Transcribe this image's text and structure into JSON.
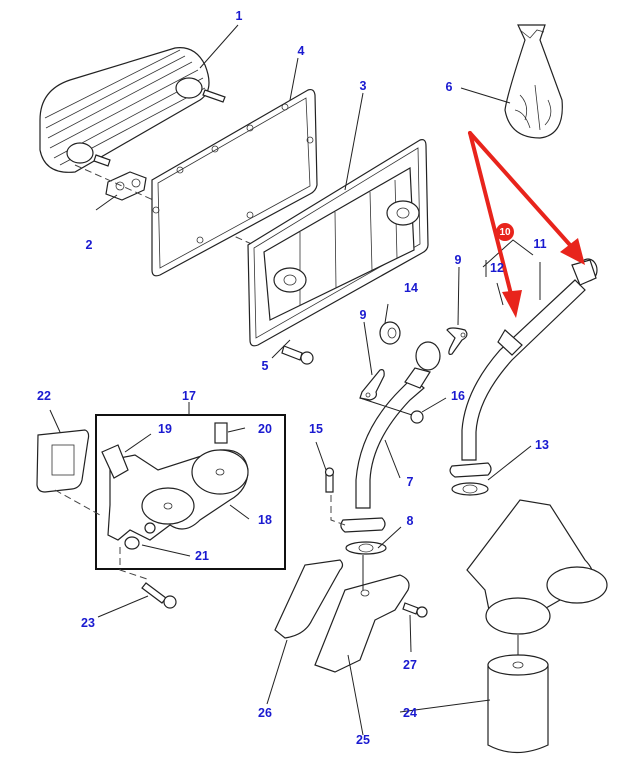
{
  "diagram": {
    "title": "Oil cooler and oil filter assembly — exploded parts view",
    "label_color": "#1a1ad0",
    "highlight_color": "#e8241c",
    "callouts": [
      {
        "id": "1",
        "part": "oil-cooler"
      },
      {
        "id": "2",
        "part": "cooler-gasket"
      },
      {
        "id": "3",
        "part": "cooler-cover-plate"
      },
      {
        "id": "4",
        "part": "cover-gasket"
      },
      {
        "id": "5",
        "part": "cover-bolt"
      },
      {
        "id": "6",
        "part": "seal-kit-bag"
      },
      {
        "id": "7",
        "part": "oil-pipe-left"
      },
      {
        "id": "8",
        "part": "pipe-flange-gasket-left"
      },
      {
        "id": "9",
        "part": "pipe-clip"
      },
      {
        "id": "9",
        "part": "pipe-clip-right"
      },
      {
        "id": "10",
        "part": "oil-pipe-assembly-highlighted"
      },
      {
        "id": "11",
        "part": "oil-pipe-right"
      },
      {
        "id": "12",
        "part": "o-ring"
      },
      {
        "id": "13",
        "part": "pipe-flange-gasket-right"
      },
      {
        "id": "14",
        "part": "sealing-washer"
      },
      {
        "id": "15",
        "part": "flange-bolt"
      },
      {
        "id": "16",
        "part": "nut"
      },
      {
        "id": "17",
        "part": "filter-head-assembly"
      },
      {
        "id": "18",
        "part": "filter-head-body"
      },
      {
        "id": "19",
        "part": "adapter-fitting"
      },
      {
        "id": "20",
        "part": "plug-top"
      },
      {
        "id": "21",
        "part": "plug-side"
      },
      {
        "id": "22",
        "part": "filter-head-gasket"
      },
      {
        "id": "23",
        "part": "filter-head-bolt"
      },
      {
        "id": "24",
        "part": "oil-filter-cartridge"
      },
      {
        "id": "25",
        "part": "mounting-bracket"
      },
      {
        "id": "26",
        "part": "bracket-gasket"
      },
      {
        "id": "27",
        "part": "bracket-bolt"
      }
    ],
    "highlight_badge": "10"
  }
}
